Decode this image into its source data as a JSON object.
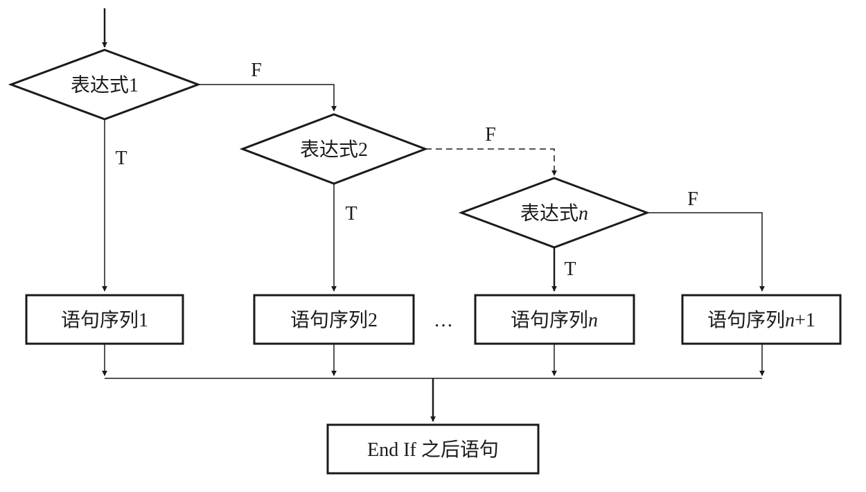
{
  "decisions": [
    {
      "prefix": "表达式",
      "suffix": "1",
      "suffix_italic": false
    },
    {
      "prefix": "表达式",
      "suffix": "2",
      "suffix_italic": false
    },
    {
      "prefix": "表达式",
      "suffix": "n",
      "suffix_italic": true
    }
  ],
  "statements": [
    {
      "prefix": "语句序列",
      "italic": "",
      "tail": "1"
    },
    {
      "prefix": "语句序列",
      "italic": "",
      "tail": "2"
    },
    {
      "prefix": "语句序列",
      "italic": "n",
      "tail": ""
    },
    {
      "prefix": "语句序列",
      "italic": "n",
      "tail": "+1"
    }
  ],
  "branch_labels": {
    "false_1": "F",
    "false_2": "F",
    "false_n": "F",
    "true_1": "T",
    "true_2": "T",
    "true_n": "T"
  },
  "ellipsis": "…",
  "end_box": {
    "label": "End If 之后语句"
  }
}
